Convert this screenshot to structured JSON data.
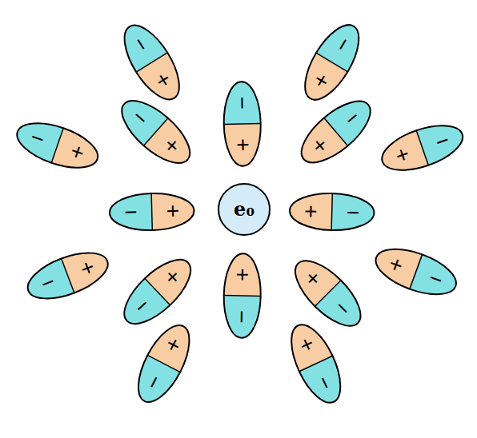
{
  "diagram": {
    "nodes": [
      {
        "text": [
          "−",
          "+"
        ]
      },
      {
        "text": [
          "−",
          "+"
        ]
      },
      {
        "text": [
          "−",
          "+"
        ]
      },
      {
        "text": [
          "−",
          "+"
        ]
      },
      {
        "text": [
          "−",
          "+"
        ]
      },
      {
        "text": [
          "−",
          "+"
        ]
      },
      {
        "text": [
          "−",
          "+"
        ]
      },
      {
        "text": [
          "−",
          "+"
        ]
      },
      {
        "text": [
          "e₀"
        ]
      },
      {
        "text": [
          "−",
          "+"
        ]
      },
      {
        "text": [
          "−",
          "+"
        ]
      },
      {
        "text": [
          "−",
          "+"
        ]
      },
      {
        "text": [
          "−",
          "+"
        ]
      },
      {
        "text": [
          "−",
          "+"
        ]
      },
      {
        "text": [
          "−",
          "+"
        ]
      },
      {
        "text": [
          "−",
          "+"
        ]
      },
      {
        "text": [
          "−",
          "+"
        ]
      }
    ]
  }
}
